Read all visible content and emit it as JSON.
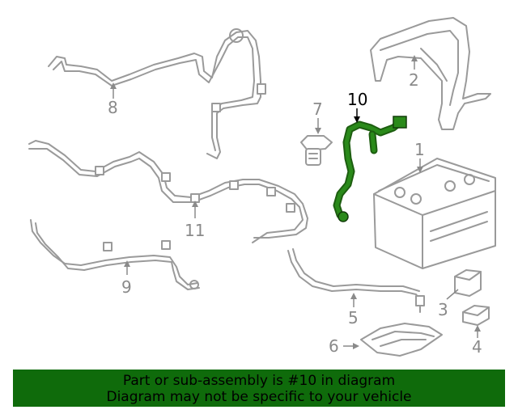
{
  "callouts": {
    "c1": "1",
    "c2": "2",
    "c3": "3",
    "c4": "4",
    "c5": "5",
    "c6": "6",
    "c7": "7",
    "c8": "8",
    "c9": "9",
    "c10": "10",
    "c11": "11"
  },
  "highlight_color": "#2a8a1a",
  "banner": {
    "line1": "Part or sub-assembly is #10 in diagram",
    "line2": "Diagram may not be specific to your vehicle",
    "background": "#0f6b0b"
  }
}
